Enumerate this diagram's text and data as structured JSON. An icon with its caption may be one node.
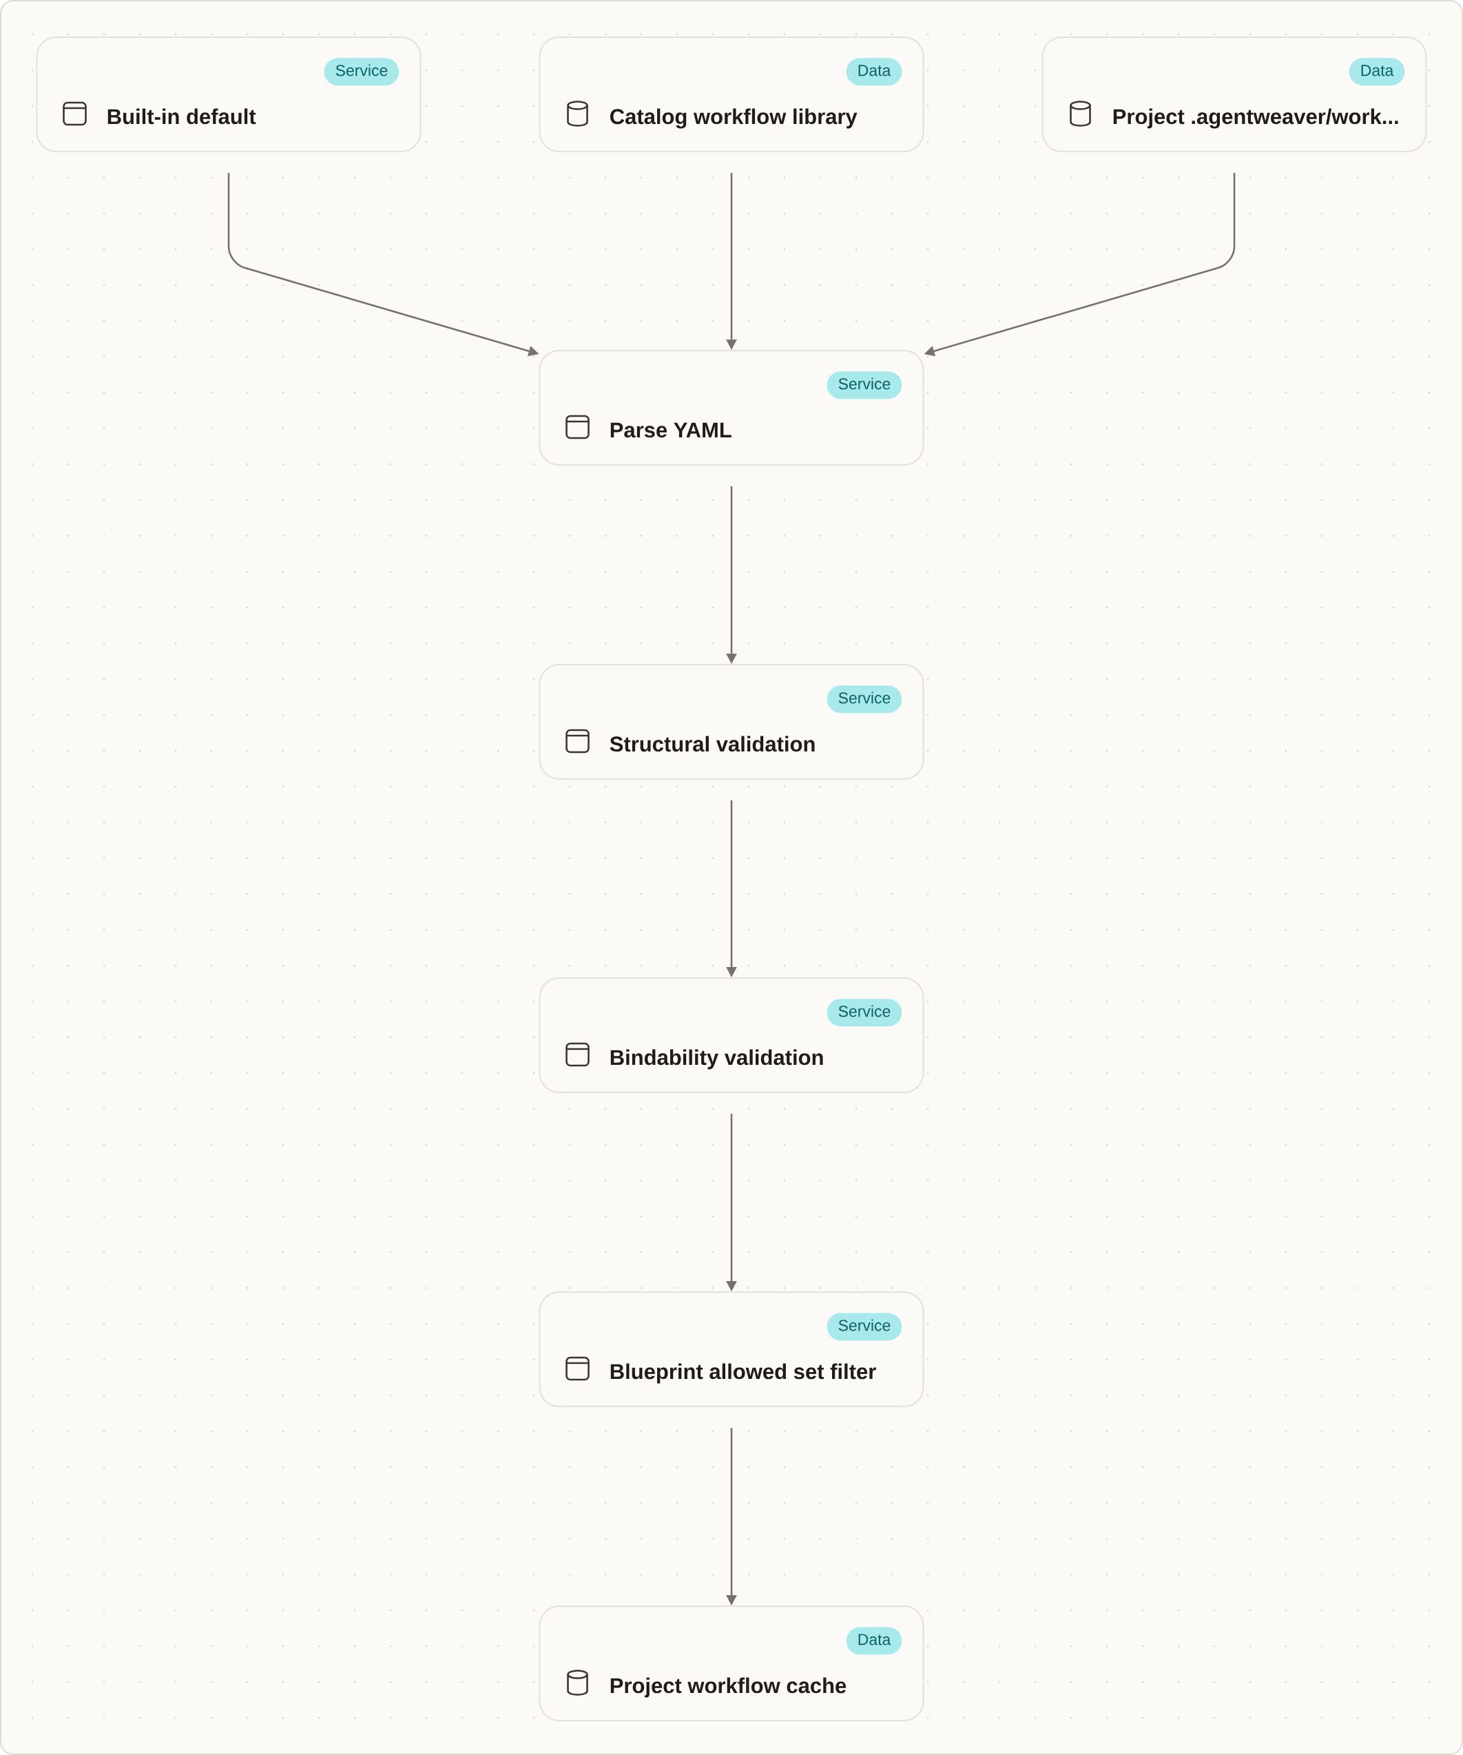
{
  "diagram": {
    "nodes": [
      {
        "text": [
          "Service",
          "Built-in default"
        ]
      },
      {
        "text": [
          "Data",
          "Catalog workflow library"
        ]
      },
      {
        "text": [
          "Data",
          "Project .agentweaver/work..."
        ]
      },
      {
        "text": [
          "Service",
          "Parse YAML"
        ]
      },
      {
        "text": [
          "Service",
          "Structural validation"
        ]
      },
      {
        "text": [
          "Service",
          "Bindability validation"
        ]
      },
      {
        "text": [
          "Service",
          "Blueprint allowed set filter"
        ]
      },
      {
        "text": [
          "Data",
          "Project workflow cache"
        ]
      }
    ],
    "edges": [
      {
        "from": 0,
        "to": 3,
        "arrow": "to"
      },
      {
        "from": 1,
        "to": 3,
        "arrow": "to"
      },
      {
        "from": 2,
        "to": 3,
        "arrow": "to"
      },
      {
        "from": 3,
        "to": 4,
        "arrow": "to"
      },
      {
        "from": 4,
        "to": 5,
        "arrow": "to"
      },
      {
        "from": 5,
        "to": 6,
        "arrow": "to"
      },
      {
        "from": 6,
        "to": 7,
        "arrow": "to"
      }
    ]
  }
}
